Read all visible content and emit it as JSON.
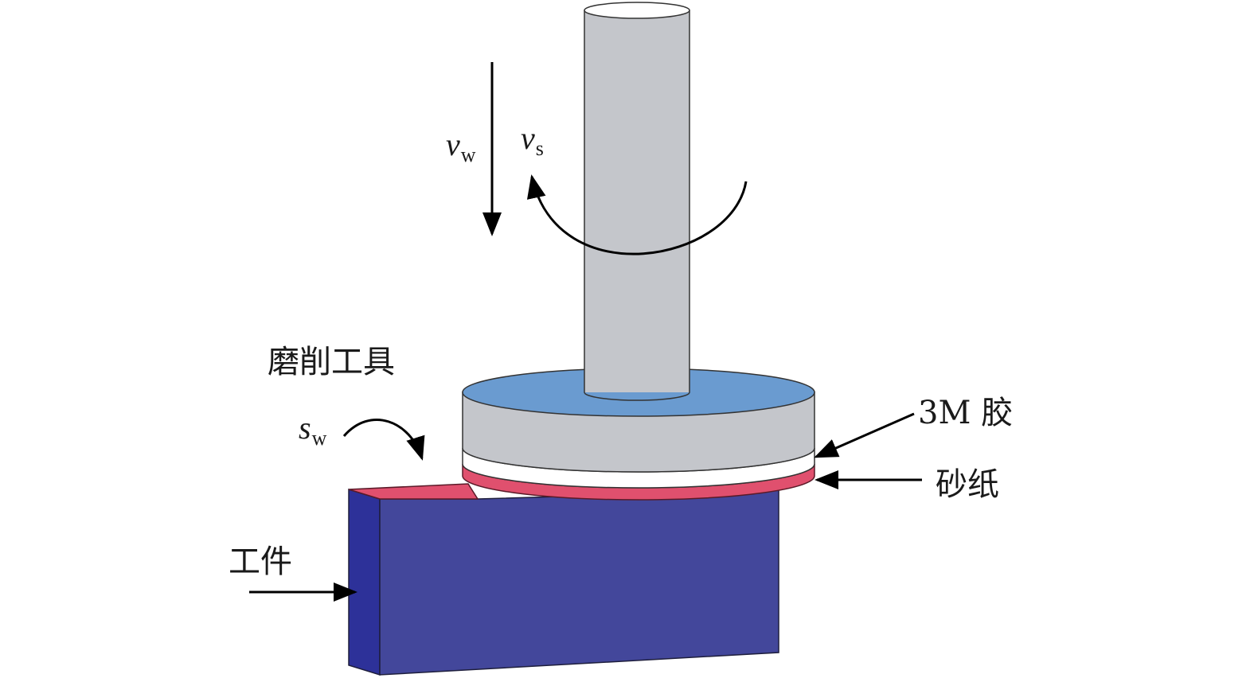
{
  "labels": {
    "tool": "磨削工具",
    "adhesive": "3M 胶",
    "sandpaper": "砂纸",
    "workpiece": "工件"
  },
  "symbols": {
    "feed_velocity": {
      "main": "v",
      "sub": "w"
    },
    "spindle_velocity": {
      "main": "v",
      "sub": "s"
    },
    "work_rotation": {
      "main": "s",
      "sub": "w"
    }
  },
  "colors": {
    "spindle": "#c4c6cb",
    "disc_top": "#6a9bd0",
    "disc_side": "#c4c6cb",
    "adhesive_layer": "#ffffff",
    "sandpaper_layer": "#e0506e",
    "workpiece_front": "#43479b",
    "workpiece_side": "#2d3199",
    "workpiece_top": "#e0506e",
    "outline": "#1e1e3c"
  }
}
